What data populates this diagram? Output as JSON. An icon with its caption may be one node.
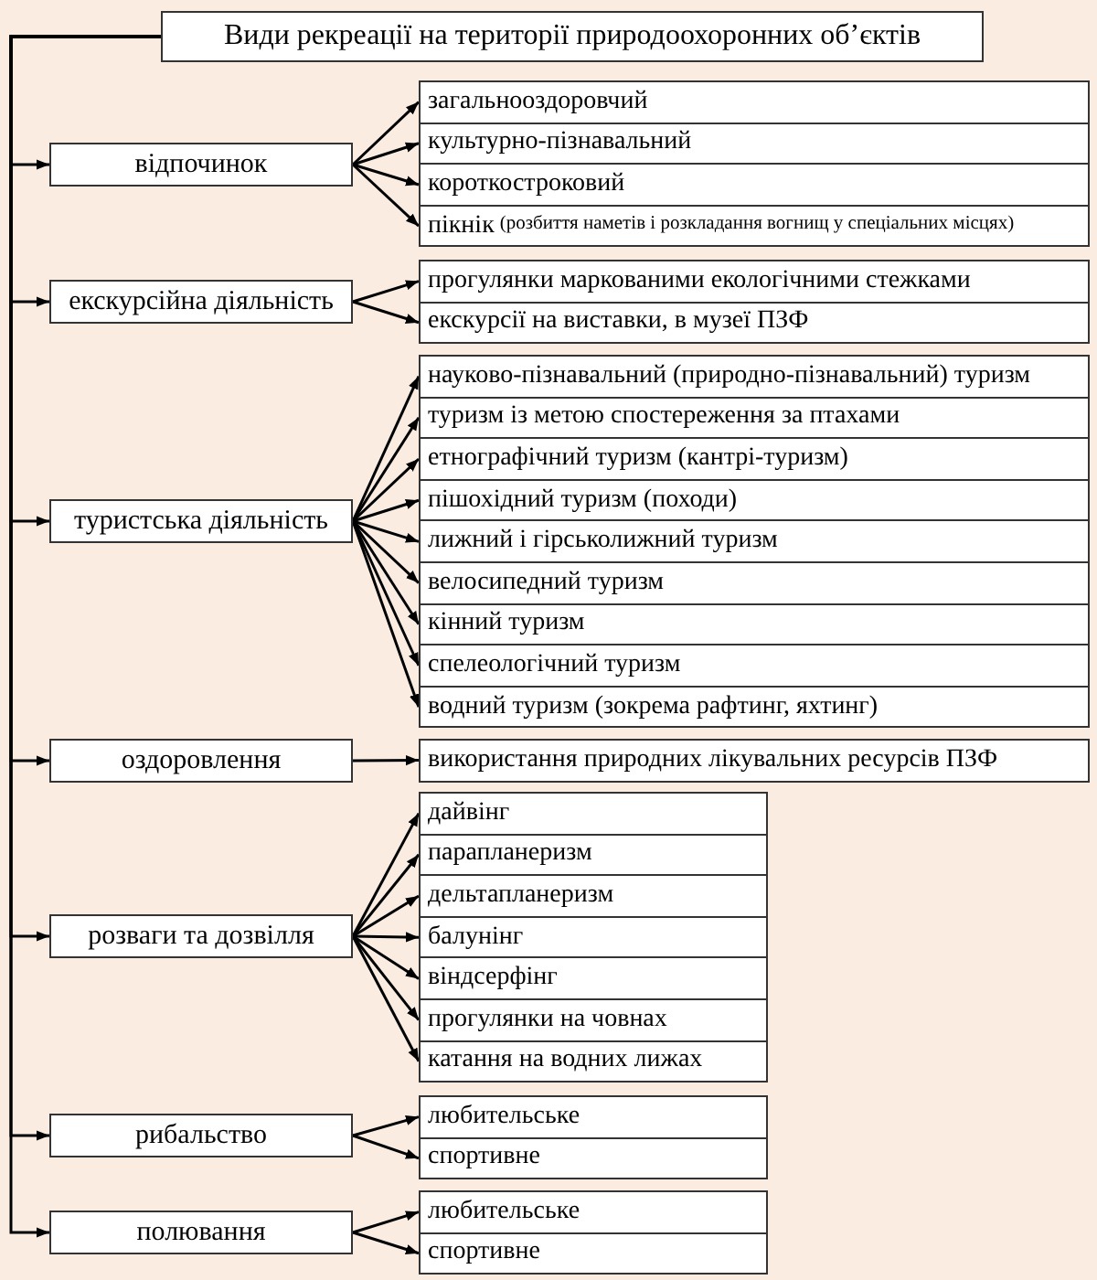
{
  "diagram": {
    "nodes": [
      {
        "text": [
          "Види рекреації на території природоохоронних об’єктів"
        ]
      },
      {
        "text": [
          "відпочинок"
        ]
      },
      {
        "text": [
          "загальнооздоровчий"
        ]
      },
      {
        "text": [
          "культурно-пізнавальний"
        ]
      },
      {
        "text": [
          "короткостроковий"
        ]
      },
      {
        "text": [
          "пікнік",
          "(розбиття наметів і розкладання вогнищ у спеціальних місцях)"
        ]
      },
      {
        "text": [
          "екскурсійна діяльність"
        ]
      },
      {
        "text": [
          "прогулянки маркованими екологічними стежками"
        ]
      },
      {
        "text": [
          "екскурсії на виставки, в музеї ПЗФ"
        ]
      },
      {
        "text": [
          "туристська діяльність"
        ]
      },
      {
        "text": [
          "науково-пізнавальний (природно-пізнавальний) туризм"
        ]
      },
      {
        "text": [
          "туризм із метою спостереження за птахами"
        ]
      },
      {
        "text": [
          "етнографічний туризм (кантрі-туризм)"
        ]
      },
      {
        "text": [
          "пішохідний туризм (походи)"
        ]
      },
      {
        "text": [
          "лижний і гірськолижний туризм"
        ]
      },
      {
        "text": [
          "велосипедний туризм"
        ]
      },
      {
        "text": [
          "кінний туризм"
        ]
      },
      {
        "text": [
          "спелеологічний туризм"
        ]
      },
      {
        "text": [
          "водний туризм (зокрема рафтинг, яхтинг)"
        ]
      },
      {
        "text": [
          "оздоровлення"
        ]
      },
      {
        "text": [
          "використання природних лікувальних ресурсів ПЗФ"
        ]
      },
      {
        "text": [
          "розваги та дозвілля"
        ]
      },
      {
        "text": [
          "дайвінг"
        ]
      },
      {
        "text": [
          "парапланеризм"
        ]
      },
      {
        "text": [
          "дельтапланеризм"
        ]
      },
      {
        "text": [
          "балунінг"
        ]
      },
      {
        "text": [
          "віндсерфінг"
        ]
      },
      {
        "text": [
          "прогулянки на човнах"
        ]
      },
      {
        "text": [
          "катання на водних лижах"
        ]
      },
      {
        "text": [
          "рибальство"
        ]
      },
      {
        "text": [
          "любительське"
        ]
      },
      {
        "text": [
          "спортивне"
        ]
      },
      {
        "text": [
          "полювання"
        ]
      },
      {
        "text": [
          "любительське"
        ]
      },
      {
        "text": [
          "спортивне"
        ]
      }
    ],
    "edges": [
      {
        "from": 0,
        "to": 1,
        "arrow": "to"
      },
      {
        "from": 0,
        "to": 6,
        "arrow": "to"
      },
      {
        "from": 0,
        "to": 9,
        "arrow": "to"
      },
      {
        "from": 0,
        "to": 19,
        "arrow": "to"
      },
      {
        "from": 0,
        "to": 21,
        "arrow": "to"
      },
      {
        "from": 0,
        "to": 29,
        "arrow": "to"
      },
      {
        "from": 0,
        "to": 32,
        "arrow": "to"
      },
      {
        "from": 1,
        "to": 2,
        "arrow": "to"
      },
      {
        "from": 1,
        "to": 3,
        "arrow": "to"
      },
      {
        "from": 1,
        "to": 4,
        "arrow": "to"
      },
      {
        "from": 1,
        "to": 5,
        "arrow": "to"
      },
      {
        "from": 6,
        "to": 7,
        "arrow": "to"
      },
      {
        "from": 6,
        "to": 8,
        "arrow": "to"
      },
      {
        "from": 9,
        "to": 10,
        "arrow": "to"
      },
      {
        "from": 9,
        "to": 11,
        "arrow": "to"
      },
      {
        "from": 9,
        "to": 12,
        "arrow": "to"
      },
      {
        "from": 9,
        "to": 13,
        "arrow": "to"
      },
      {
        "from": 9,
        "to": 14,
        "arrow": "to"
      },
      {
        "from": 9,
        "to": 15,
        "arrow": "to"
      },
      {
        "from": 9,
        "to": 16,
        "arrow": "to"
      },
      {
        "from": 9,
        "to": 17,
        "arrow": "to"
      },
      {
        "from": 9,
        "to": 18,
        "arrow": "to"
      },
      {
        "from": 19,
        "to": 20,
        "arrow": "to"
      },
      {
        "from": 21,
        "to": 22,
        "arrow": "to"
      },
      {
        "from": 21,
        "to": 23,
        "arrow": "to"
      },
      {
        "from": 21,
        "to": 24,
        "arrow": "to"
      },
      {
        "from": 21,
        "to": 25,
        "arrow": "to"
      },
      {
        "from": 21,
        "to": 26,
        "arrow": "to"
      },
      {
        "from": 21,
        "to": 27,
        "arrow": "to"
      },
      {
        "from": 21,
        "to": 28,
        "arrow": "to"
      },
      {
        "from": 29,
        "to": 30,
        "arrow": "to"
      },
      {
        "from": 29,
        "to": 31,
        "arrow": "to"
      },
      {
        "from": 32,
        "to": 33,
        "arrow": "to"
      },
      {
        "from": 32,
        "to": 34,
        "arrow": "to"
      }
    ]
  }
}
